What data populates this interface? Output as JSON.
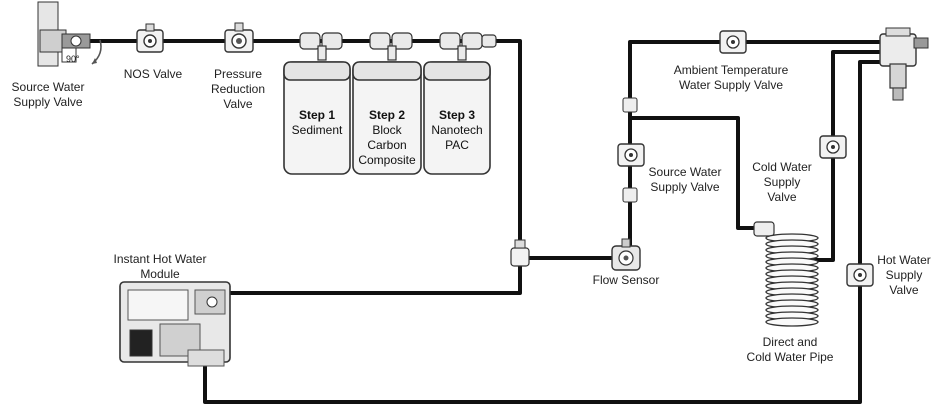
{
  "labels": {
    "source_water_supply_valve_left": [
      "Source Water",
      "Supply Valve"
    ],
    "angle": "90°",
    "nos_valve": [
      "NOS Valve"
    ],
    "pressure_reduction_valve": [
      "Pressure",
      "Reduction",
      "Valve"
    ],
    "ambient_temp_valve": [
      "Ambient Temperature",
      "Water Supply Valve"
    ],
    "source_water_supply_valve_mid": [
      "Source Water",
      "Supply Valve"
    ],
    "cold_water_supply_valve": [
      "Cold Water",
      "Supply",
      "Valve"
    ],
    "hot_water_supply_valve": [
      "Hot Water",
      "Supply",
      "Valve"
    ],
    "instant_hot_water_module": [
      "Instant Hot Water",
      "Module"
    ],
    "flow_sensor": [
      "Flow Sensor"
    ],
    "direct_cold_water_pipe": [
      "Direct and",
      "Cold Water Pipe"
    ]
  },
  "filters": [
    {
      "step": "Step 1",
      "name": [
        "Sediment"
      ]
    },
    {
      "step": "Step 2",
      "name": [
        "Block",
        "Carbon",
        "Composite"
      ]
    },
    {
      "step": "Step 3",
      "name": [
        "Nanotech",
        "PAC"
      ]
    }
  ],
  "colors": {
    "pipe": "#111111",
    "component": "#f2f2f2",
    "outline": "#333333",
    "accent": "#6b6b6b"
  }
}
